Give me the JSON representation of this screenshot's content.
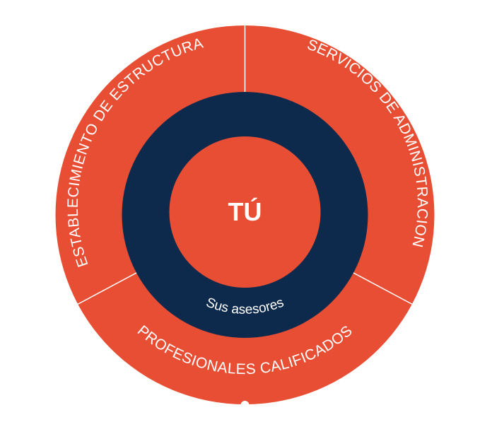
{
  "diagram": {
    "center_label": "TÚ",
    "ring_label": "Sus asesores",
    "segments": {
      "top_left": "ESTABLECIMIENTO DE ESTRUCTURA",
      "top_right": "SERVICIOS DE ADMINISTRACION",
      "bottom": "PROFESIONALES CALIFICADOS"
    },
    "colors": {
      "outer": "#e84e33",
      "ring": "#0d2a4d",
      "center": "#e84e33",
      "divider": "#ffffff",
      "text": "#ffffff"
    }
  }
}
